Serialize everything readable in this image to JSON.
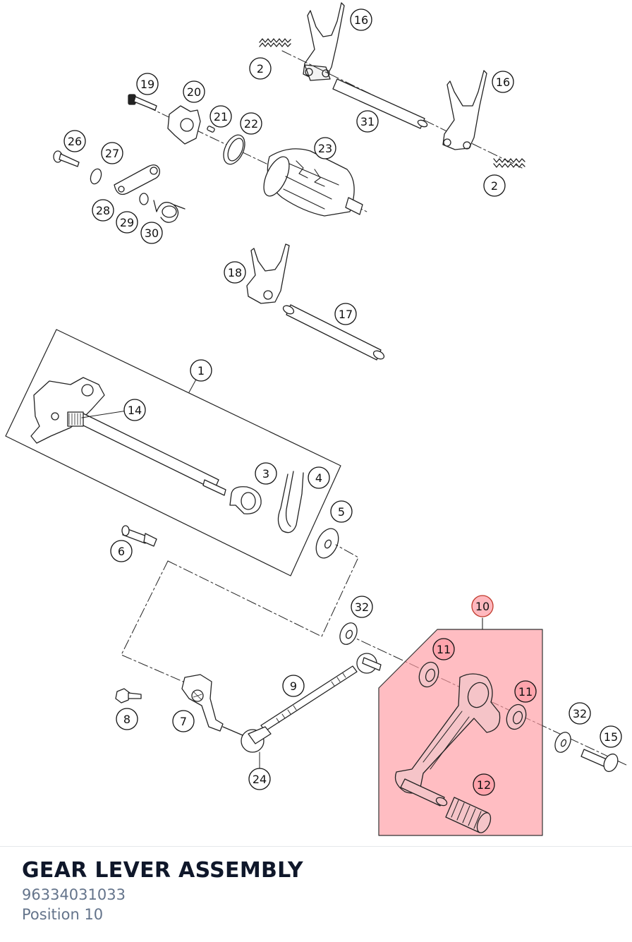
{
  "diagram": {
    "callouts": [
      {
        "id": "c16a",
        "label": "16"
      },
      {
        "id": "c2a",
        "label": "2"
      },
      {
        "id": "c16b",
        "label": "16"
      },
      {
        "id": "c19",
        "label": "19"
      },
      {
        "id": "c20",
        "label": "20"
      },
      {
        "id": "c21",
        "label": "21"
      },
      {
        "id": "c22",
        "label": "22"
      },
      {
        "id": "c31",
        "label": "31"
      },
      {
        "id": "c26",
        "label": "26"
      },
      {
        "id": "c27",
        "label": "27"
      },
      {
        "id": "c23",
        "label": "23"
      },
      {
        "id": "c2b",
        "label": "2"
      },
      {
        "id": "c28",
        "label": "28"
      },
      {
        "id": "c29",
        "label": "29"
      },
      {
        "id": "c30",
        "label": "30"
      },
      {
        "id": "c18",
        "label": "18"
      },
      {
        "id": "c17",
        "label": "17"
      },
      {
        "id": "c1",
        "label": "1"
      },
      {
        "id": "c14",
        "label": "14"
      },
      {
        "id": "c3",
        "label": "3"
      },
      {
        "id": "c4",
        "label": "4"
      },
      {
        "id": "c5",
        "label": "5"
      },
      {
        "id": "c6",
        "label": "6"
      },
      {
        "id": "c32a",
        "label": "32"
      },
      {
        "id": "c10",
        "label": "10"
      },
      {
        "id": "c11a",
        "label": "11"
      },
      {
        "id": "c11b",
        "label": "11"
      },
      {
        "id": "c9",
        "label": "9"
      },
      {
        "id": "c32b",
        "label": "32"
      },
      {
        "id": "c15",
        "label": "15"
      },
      {
        "id": "c8",
        "label": "8"
      },
      {
        "id": "c7",
        "label": "7"
      },
      {
        "id": "c12",
        "label": "12"
      },
      {
        "id": "c24",
        "label": "24"
      }
    ],
    "highlight_color": "#ff9aa2",
    "highlight_stroke": "#333333"
  },
  "part": {
    "name": "GEAR LEVER ASSEMBLY",
    "number": "96334031033",
    "position": "Position 10"
  }
}
